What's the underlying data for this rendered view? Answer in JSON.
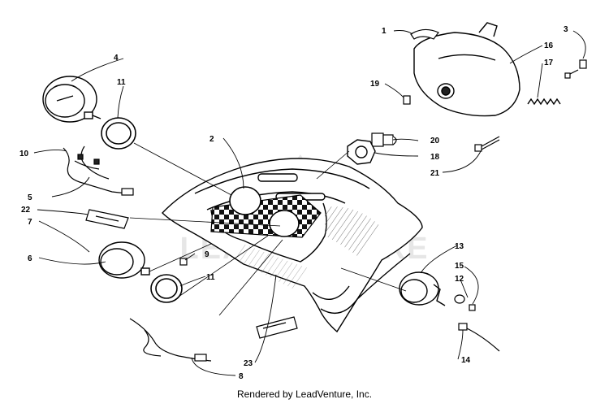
{
  "diagram": {
    "watermark": "LEADVENTURE",
    "callouts": {
      "c1": "1",
      "c2": "2",
      "c3": "3",
      "c4": "4",
      "c5": "5",
      "c6": "6",
      "c7": "7",
      "c8": "8",
      "c9": "9",
      "c10": "10",
      "c11a": "11",
      "c11b": "11",
      "c12": "12",
      "c13": "13",
      "c14": "14",
      "c15": "15",
      "c16": "16",
      "c17": "17",
      "c18": "18",
      "c19": "19",
      "c20": "20",
      "c21": "21",
      "c22": "22",
      "c23": "23"
    }
  },
  "footer": {
    "text": "Rendered by LeadVenture, Inc."
  }
}
